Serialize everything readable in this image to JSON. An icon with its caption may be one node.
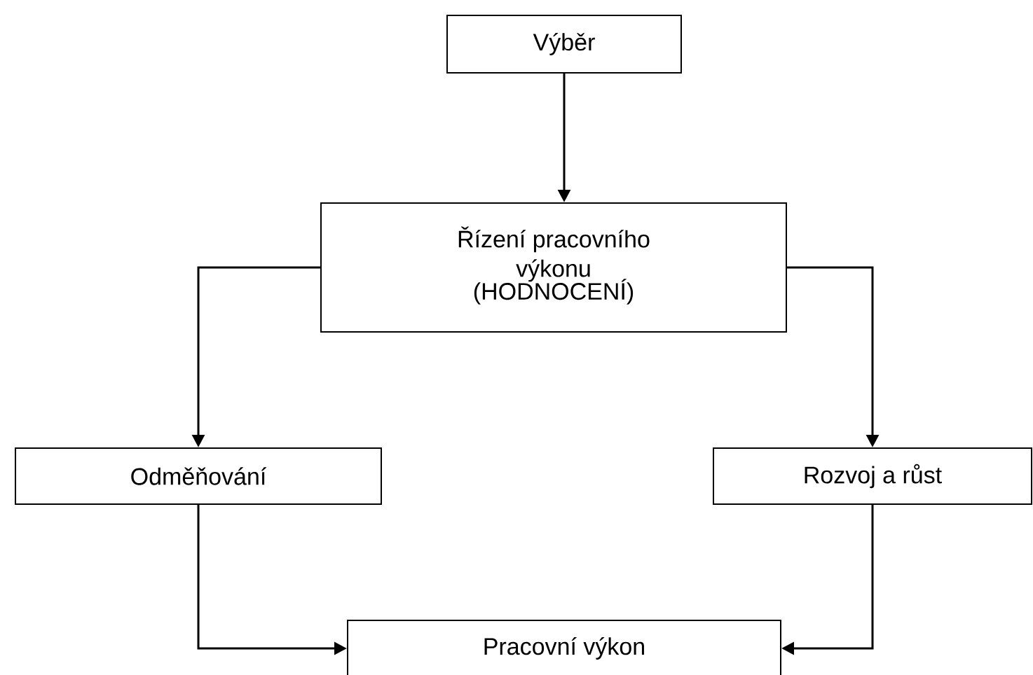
{
  "diagram": {
    "nodes": [
      {
        "text": [
          "Výběr"
        ]
      },
      {
        "text": [
          "Řízení pracovního výkonu",
          "(HODNOCENÍ)"
        ]
      },
      {
        "text": [
          "Odměňování"
        ]
      },
      {
        "text": [
          "Rozvoj a růst"
        ]
      },
      {
        "text": [
          "Pracovní výkon"
        ]
      }
    ],
    "edges": [
      {
        "from": 0,
        "to": 1,
        "arrow": "to"
      },
      {
        "from": 1,
        "to": 2,
        "arrow": "to"
      },
      {
        "from": 1,
        "to": 3,
        "arrow": "to"
      },
      {
        "from": 2,
        "to": 4,
        "arrow": "to"
      },
      {
        "from": 3,
        "to": 4,
        "arrow": "to"
      }
    ]
  }
}
